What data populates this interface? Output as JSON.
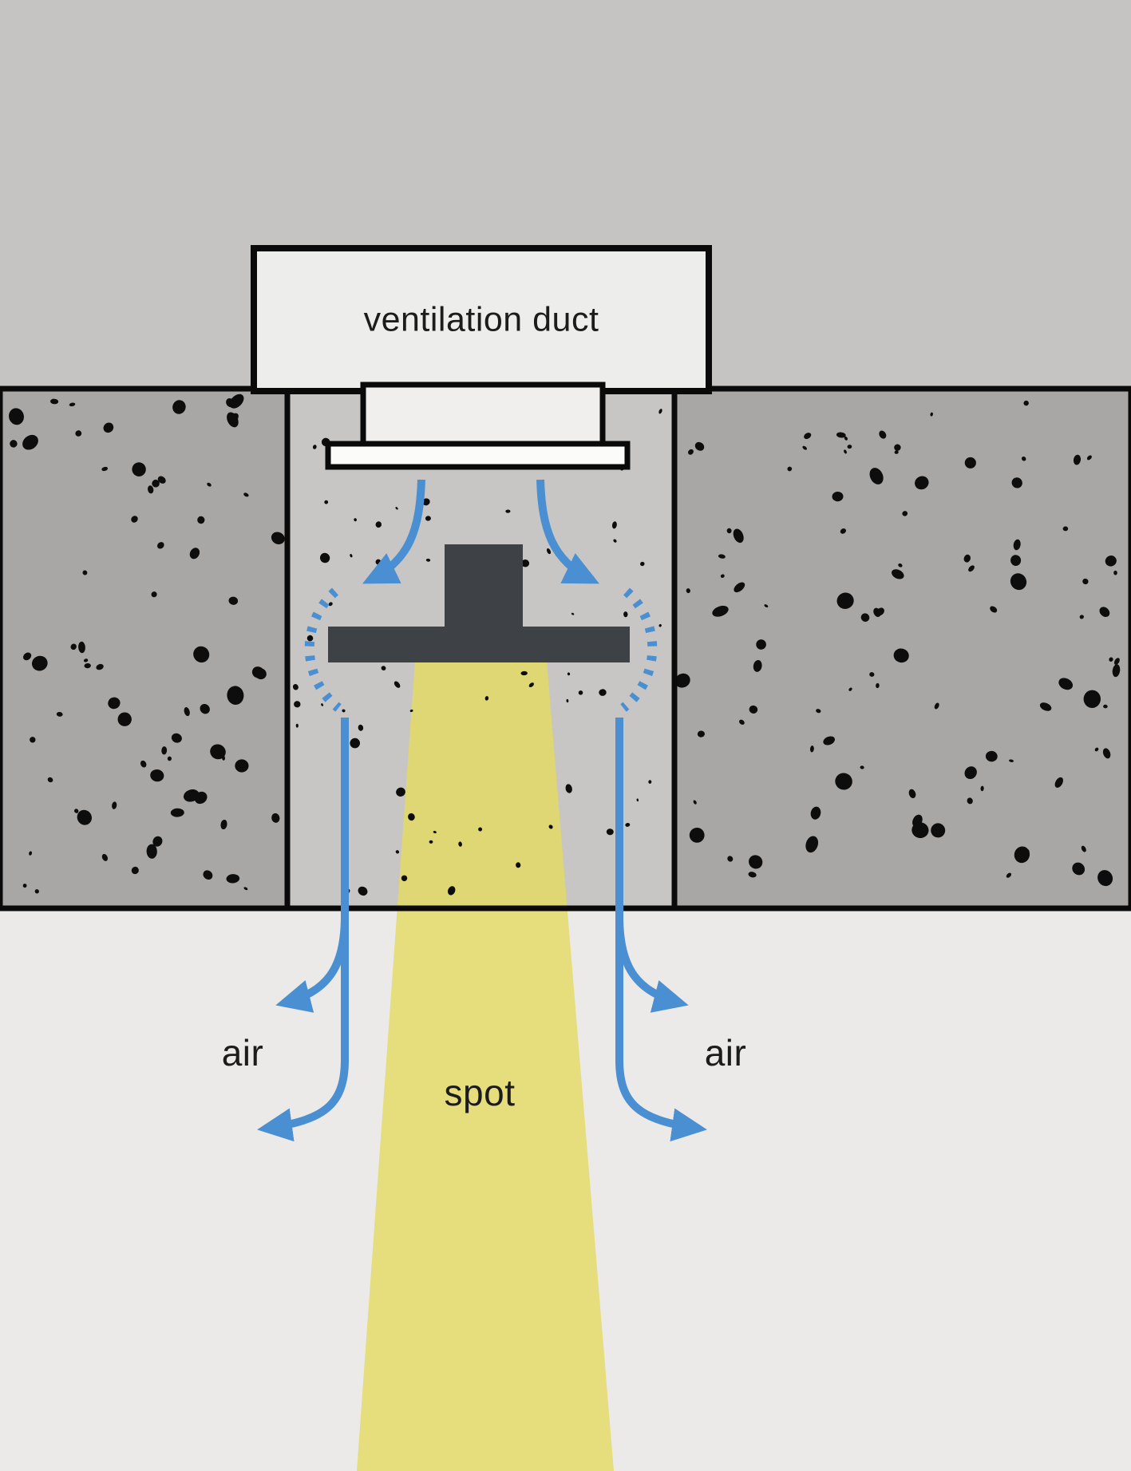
{
  "diagram": {
    "duct_label": "ventilation duct",
    "air_label_left": "air",
    "air_label_right": "air",
    "spot_label": "spot"
  },
  "colors": {
    "plenum": "#c5c4c2",
    "room": "#ebeae8",
    "concrete": "#a8a7a5",
    "cavity": "#c7c6c4",
    "speckle": "#0d0d0d",
    "duct_fill": "#ededeb",
    "outlet_fill": "#f0efed",
    "diffuser_fill": "#fbfbfa",
    "fixture": "#3e4247",
    "spot_beam": "#e5da60",
    "air": "#4a8fd1",
    "outline": "#0a0a0a",
    "text": "#1c1c1c"
  }
}
